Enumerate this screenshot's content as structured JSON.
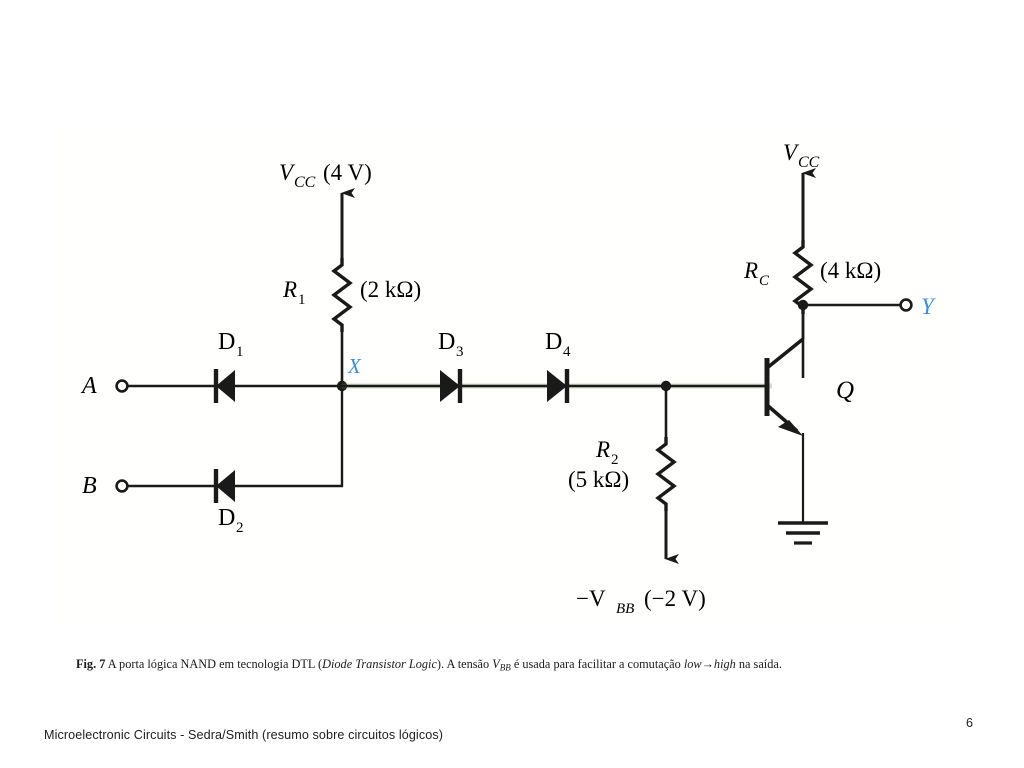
{
  "document": {
    "page_number": "6",
    "footer": "Microelectronic Circuits - Sedra/Smith (resumo sobre circuitos lógicos)"
  },
  "caption": {
    "fig_label": "Fig",
    "fig_number": ". 7",
    "text_1": "  A porta lógica NAND em tecnologia DTL (",
    "italic_1": "Diode Transistor Logic",
    "text_2": "). A tensão ",
    "v_symbol": "V",
    "v_subscript": "BB",
    "text_3": " é usada para facilitar a comutação ",
    "italic_2": "low→high",
    "text_4": " na saída."
  },
  "circuit": {
    "title": "DTL NAND gate",
    "colors": {
      "wire": "#1a1a1a",
      "node_label": "#3c8ede",
      "signal_path": "#4f7a3a",
      "background": "#fffffd"
    },
    "supplies": [
      {
        "id": "vcc-left",
        "symbol": "V",
        "subscript": "CC",
        "value": "(4 V)"
      },
      {
        "id": "vcc-right",
        "symbol": "V",
        "subscript": "CC",
        "value": ""
      },
      {
        "id": "vbb",
        "symbol": "−V",
        "subscript": "BB",
        "value": "(−2 V)"
      }
    ],
    "resistors": [
      {
        "id": "r1",
        "symbol": "R",
        "subscript": "1",
        "value": "(2 kΩ)"
      },
      {
        "id": "r2",
        "symbol": "R",
        "subscript": "2",
        "value": "(5 kΩ)"
      },
      {
        "id": "rc",
        "symbol": "R",
        "subscript": "C",
        "value": "(4 kΩ)"
      }
    ],
    "diodes": [
      {
        "id": "d1",
        "symbol": "D",
        "subscript": "1",
        "orientation": "left"
      },
      {
        "id": "d2",
        "symbol": "D",
        "subscript": "2",
        "orientation": "left"
      },
      {
        "id": "d3",
        "symbol": "D",
        "subscript": "3",
        "orientation": "right"
      },
      {
        "id": "d4",
        "symbol": "D",
        "subscript": "4",
        "orientation": "right"
      }
    ],
    "transistor": {
      "id": "q",
      "symbol": "Q",
      "type": "npn"
    },
    "terminals": [
      {
        "id": "input-a",
        "label": "A",
        "kind": "input"
      },
      {
        "id": "input-b",
        "label": "B",
        "kind": "input"
      },
      {
        "id": "output-y",
        "label": "Y",
        "kind": "output"
      }
    ],
    "nodes": [
      {
        "id": "node-x",
        "label": "X"
      }
    ],
    "ground": {
      "id": "gnd",
      "label": ""
    }
  }
}
